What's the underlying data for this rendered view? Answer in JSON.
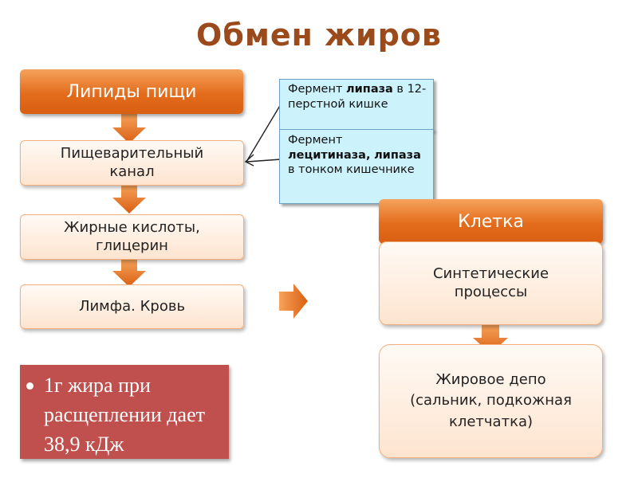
{
  "title": "Обмен жиров",
  "left_chain": {
    "header": "Липиды пищи",
    "step1": "Пищеварительный\nканал",
    "step2": "Жирные кислоты,\nглицерин",
    "step3": "Лимфа. Кровь"
  },
  "callouts": {
    "c1_pre": "Фермент ",
    "c1_bold": "липаза",
    "c1_post": " в 12-перстной кишке",
    "c2_pre": "Фермент ",
    "c2_bold1": "лецитиназа,",
    "c2_mid": " ",
    "c2_bold2": "липаза",
    "c2_post": " в тонком кишечнике"
  },
  "fact": "1г жира при расщеплении дает 38,9 кДж",
  "right_chain": {
    "header": "Клетка",
    "step1": "Синтетические\nпроцессы",
    "step2": "Жировое депо\n(сальник, подкожная\nклетчатка)"
  },
  "colors": {
    "title": "#9a4a1b",
    "orange_header": "#e36c1c",
    "light_box_fill": "#fde4cf",
    "light_box_border": "#f3b07e",
    "callout_fill": "#ccf2fc",
    "fact_fill": "#c0504d"
  }
}
